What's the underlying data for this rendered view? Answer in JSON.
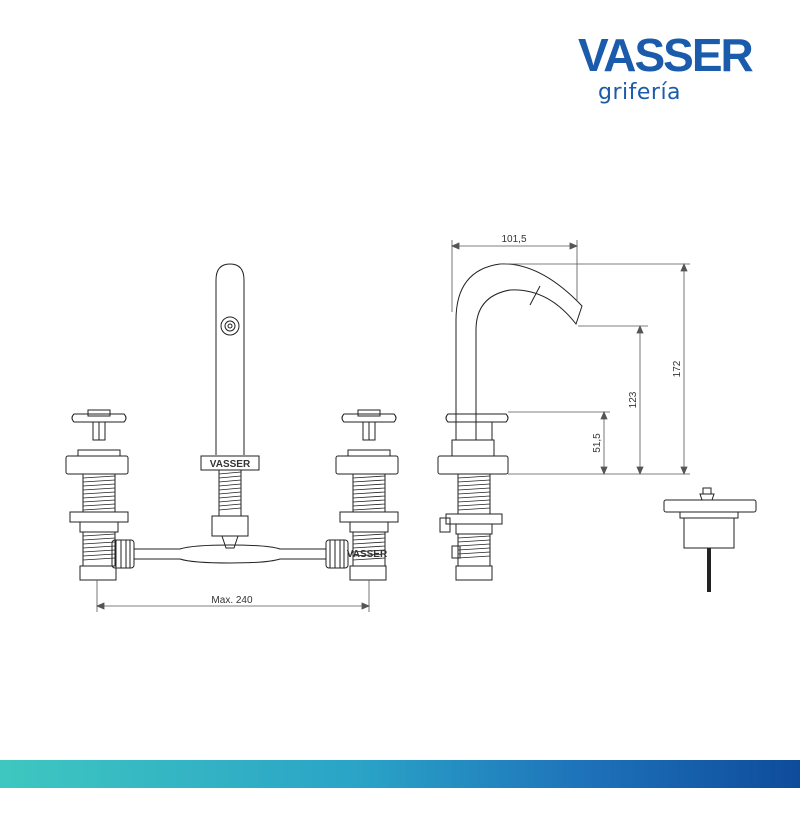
{
  "brand": {
    "name": "VASSER",
    "subtitle": "grifería",
    "color": "#1b5bab"
  },
  "front_view": {
    "spout_badge": "VASSER",
    "body_badge": "VASSER",
    "width_label": "Max. 240"
  },
  "side_view": {
    "reach_label": "101,5",
    "total_height_label": "172",
    "outlet_height_label": "123",
    "handle_height_label": "51,5"
  },
  "footer": {
    "gradient_start": "#3ec7c0",
    "gradient_end": "#0e4c9a"
  }
}
